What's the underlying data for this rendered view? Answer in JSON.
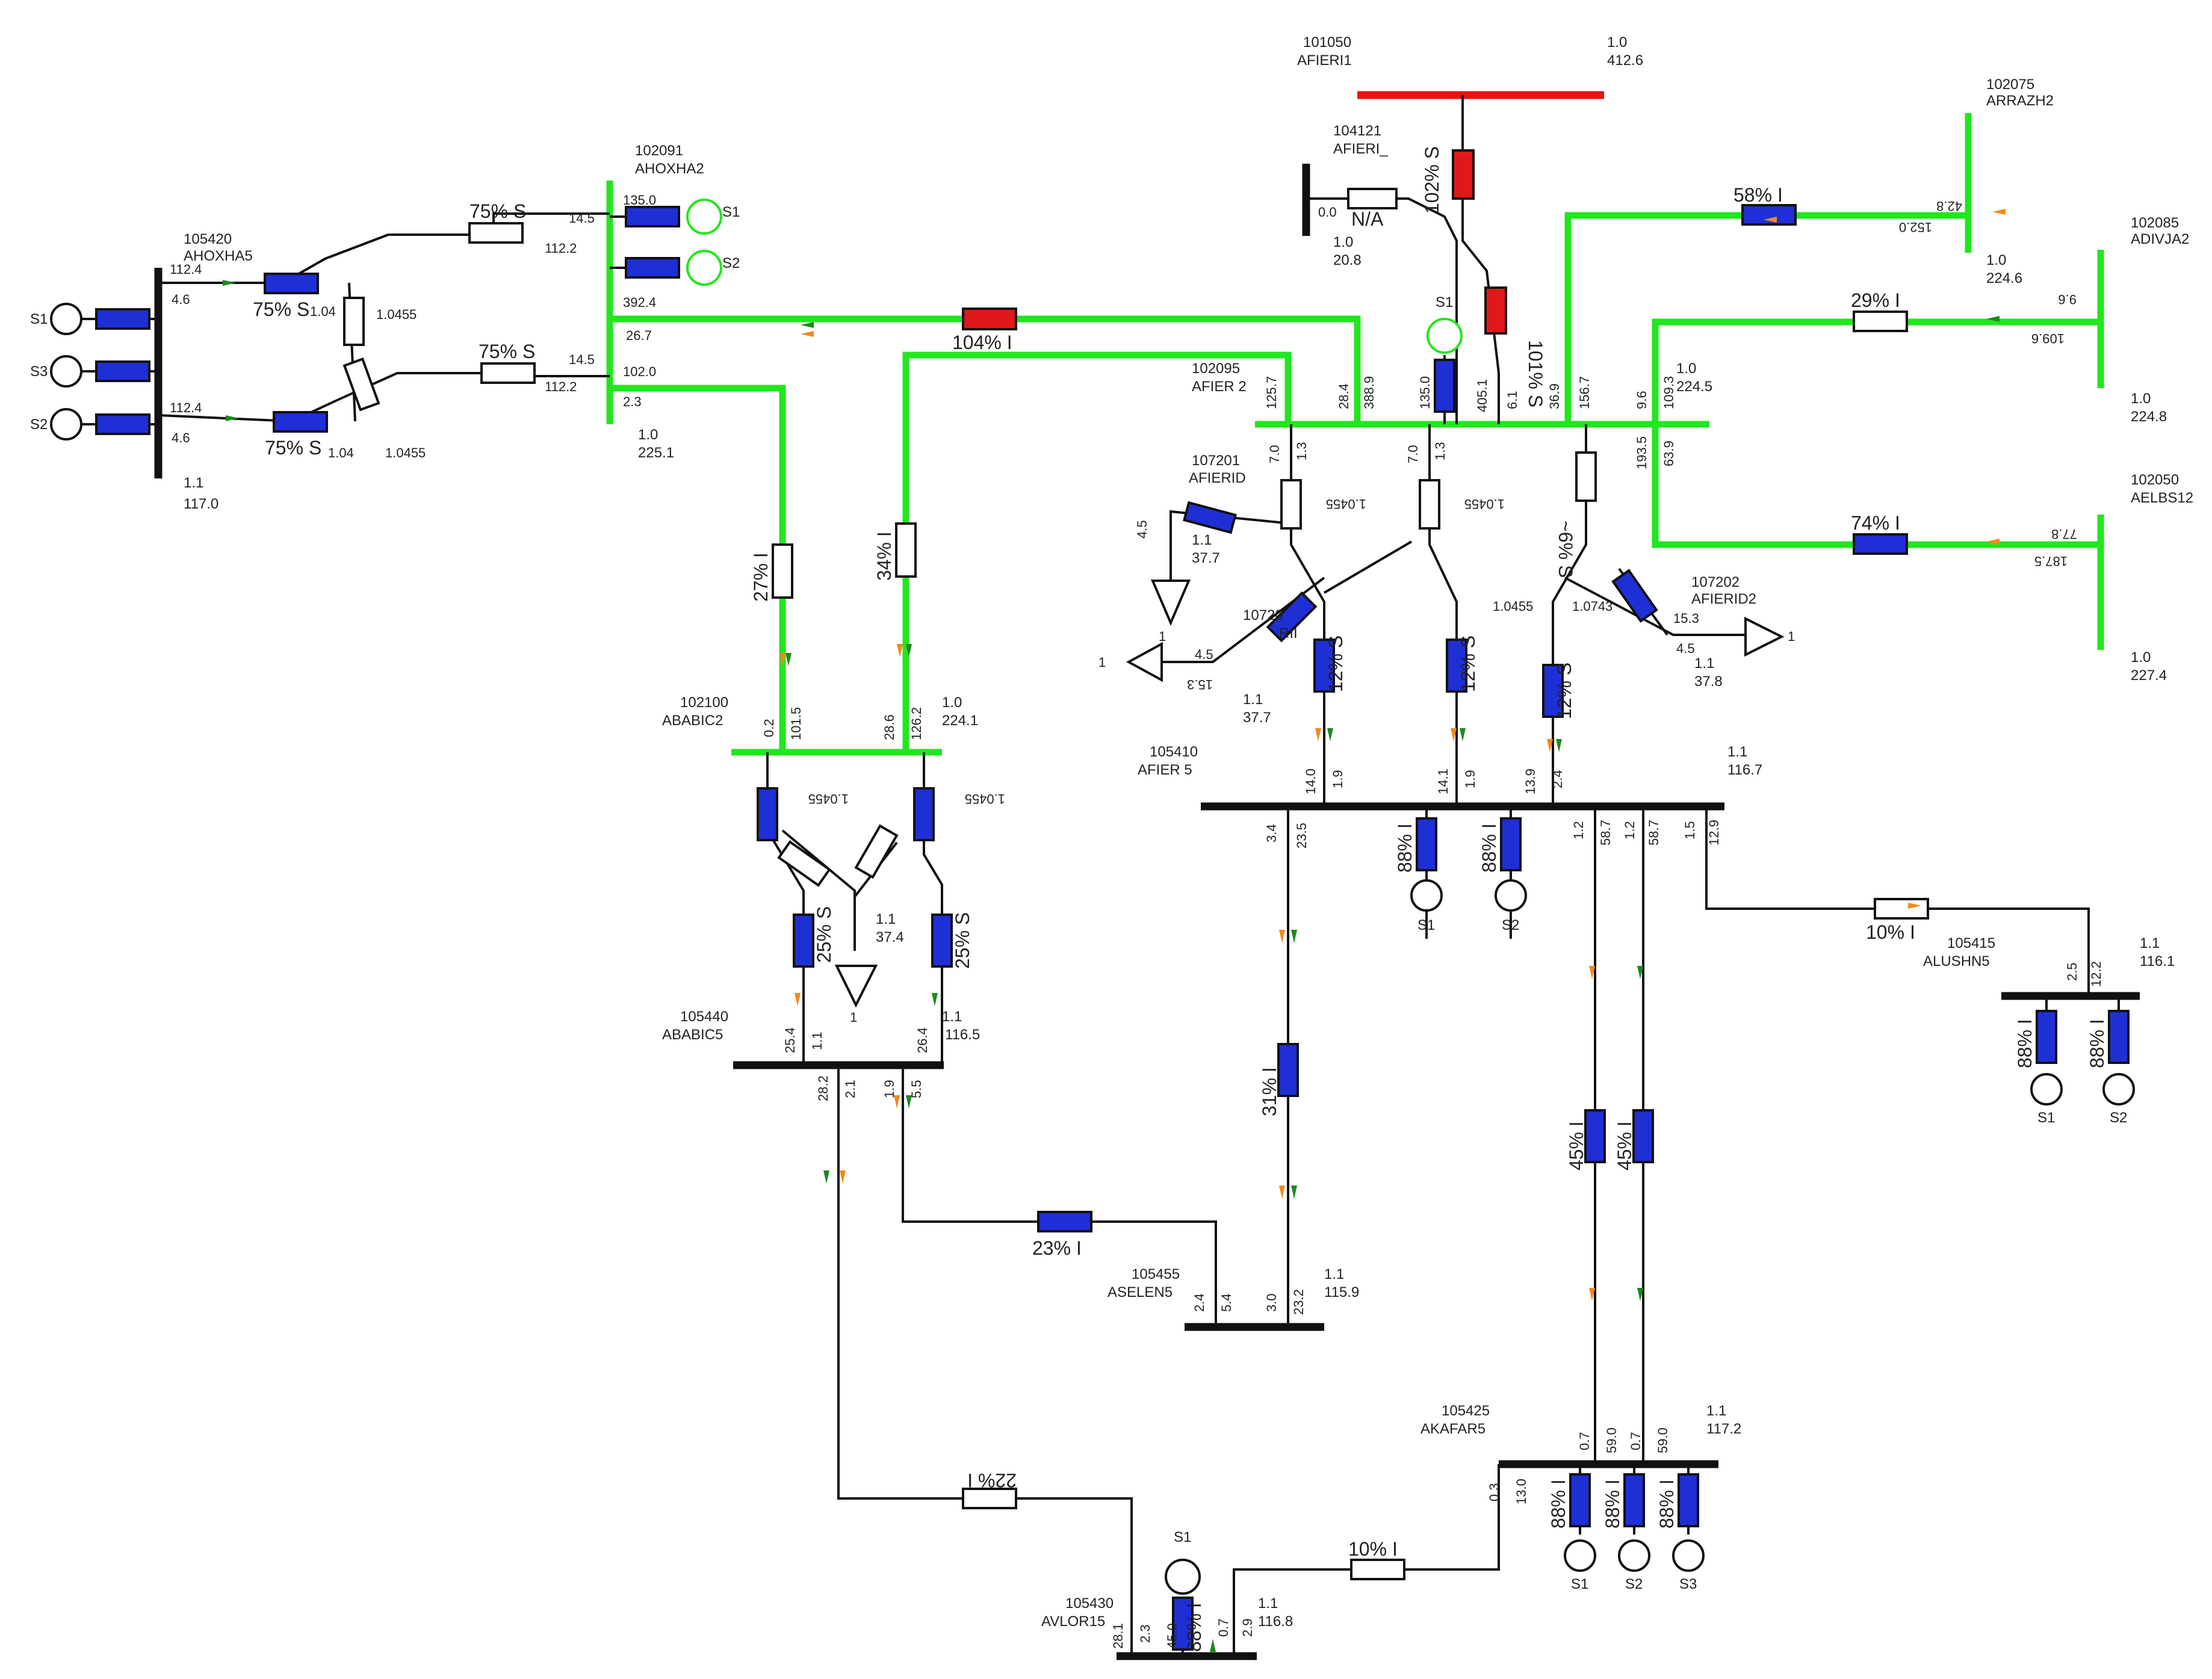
{
  "colors": {
    "energized_line": "#22e61e",
    "bus_black": "#111111",
    "overload_bus": "#ee1111",
    "box_blue": "#1f2fd6",
    "box_red": "#e01818",
    "arrow_orange": "#f08a1c",
    "arrow_green": "#1c8a1c"
  },
  "buses": {
    "afieri1": {
      "num": "101050",
      "name": "AFIERI1",
      "v_pu": "1.0",
      "v_kv": "412.6"
    },
    "afieri_": {
      "num": "104121",
      "name": "AFIERI_",
      "v_pu": "1.0",
      "v_kv": "20.8"
    },
    "ahoxha2": {
      "num": "102091",
      "name": "AHOXHA2",
      "v_pu": "1.0",
      "v_kv": "225.1"
    },
    "ahoxha5": {
      "num": "105420",
      "name": "AHOXHA5",
      "v_pu": "1.1",
      "v_kv": "117.0"
    },
    "arrazh2": {
      "num": "102075",
      "name": "ARRAZH2",
      "v_pu": "1.0",
      "v_kv": "224.6"
    },
    "adivja2": {
      "num": "102085",
      "name": "ADIVJA2",
      "v_pu": "1.0",
      "v_kv": "224.8"
    },
    "aelbs12": {
      "num": "102050",
      "name": "AELBS12",
      "v_pu": "1.0",
      "v_kv": "227.4"
    },
    "afier2": {
      "num": "102095",
      "name": "AFIER 2",
      "v_pu": "1.0",
      "v_kv": "224.5"
    },
    "afierid1": {
      "num": "107201",
      "name": "AFIERID",
      "v_pu": "1.1",
      "v_kv": "37.7"
    },
    "afierid_mid": {
      "num": "10720",
      "name": "RII",
      "v_pu": "1.1",
      "v_kv": "37.7"
    },
    "afierid2": {
      "num": "107202",
      "name": "AFIERID2",
      "v_pu": "1.1",
      "v_kv": "37.8"
    },
    "ababic2": {
      "num": "102100",
      "name": "ABABIC2",
      "v_pu": "1.0",
      "v_kv": "224.1"
    },
    "afier5": {
      "num": "105410",
      "name": "AFIER 5",
      "v_pu": "1.1",
      "v_kv": "116.7"
    },
    "alushn5": {
      "num": "105415",
      "name": "ALUSHN5",
      "v_pu": "1.1",
      "v_kv": "116.1"
    },
    "ababic5": {
      "num": "105440",
      "name": "ABABIC5",
      "v_pu": "1.1",
      "v_kv": "116.5"
    },
    "ababic_tert": {
      "v_pu": "1.1",
      "v_kv": "37.4"
    },
    "aselen5": {
      "num": "105455",
      "name": "ASELEN5",
      "v_pu": "1.1",
      "v_kv": "115.9"
    },
    "akafar5": {
      "num": "105425",
      "name": "AKAFAR5",
      "v_pu": "1.1",
      "v_kv": "117.2"
    },
    "avlor15": {
      "num": "105430",
      "name": "AVLOR15",
      "v_pu": "1.1",
      "v_kv": "116.8"
    }
  },
  "loading": {
    "ahoxha_t1": "75% S",
    "ahoxha_t2": "75% S",
    "ahoxha_t1_low": "75% S",
    "ahoxha_t2_low": "75% S",
    "ahoxha2_afier2": "104% I",
    "ahoxha2_ababic2": "27% I",
    "afier2_ababic2": "34% I",
    "afieri1_tr": "102% S",
    "afieri1_afier2": "101% S",
    "afier2_arrazh2": "58% I",
    "afier2_adivja2": "29% I",
    "afier2_aelbs12": "74% I",
    "afier_t1": "12% S",
    "afier_t2": "12% S",
    "afier_t3": "12% S",
    "afier_t3_top": "~6% S",
    "ababic_t1": "25% S",
    "ababic_t2": "25% S",
    "afier5_aselen5": "31% I",
    "afier5_alushn5": "10% I",
    "afier5_akafar5_a": "45% I",
    "afier5_akafar5_b": "45% I",
    "ababic5_aselen5": "23% I",
    "ababic5_avlor15": "22% I",
    "akafar5_avlor15": "10% I",
    "gen_88": "88% I",
    "n_a": "N/A",
    "s_mark": "S"
  },
  "flows": {
    "ahoxha_14_5": "14.5",
    "ahoxha_112_2": "112.2",
    "ahoxha_112_4": "112.4",
    "ahoxha_4_6": "4.6",
    "ahoxha_tap": "1.0455",
    "ahoxha_tap_b": "1.04",
    "ahoxha2_135": "135.0",
    "ahoxha2_392": "392.4",
    "ahoxha2_26_7": "26.7",
    "ahoxha2_102": "102.0",
    "ahoxha2_2_3": "2.3",
    "afieri_0": "0.0",
    "afier2_125_7": "125.7",
    "afier2_28_4": "28.4",
    "afier2_388_9": "388.9",
    "afier2_135": "135.0",
    "afier2_405": "405.1",
    "afier2_6_1": "6.1",
    "afier2_36_9": "36.9",
    "afier2_156": "156.7",
    "afier2_9_6": "9.6",
    "afier2_109_3": "109.3",
    "afier2_193_5": "193.5",
    "afier2_63_9": "63.9",
    "afier2_7_0": "7.0",
    "afier2_1_3": "1.3",
    "afier2_tap": "1.0455",
    "afier2_tap2": "1.0743",
    "arrazh_42_8": "42.8",
    "arrazh_152": "152.0",
    "adivja_9_6": "9.6",
    "adivja_109_6": "109.6",
    "aelbs_77_8": "77.8",
    "aelbs_187_5": "187.5",
    "afierid_4_5": "4.5",
    "afierid_15_3": "15.3",
    "ababic2_0_2": "0.2",
    "ababic2_101_5": "101.5",
    "ababic2_28_6": "28.6",
    "ababic2_126_2": "126.2",
    "afier5_14_0": "14.0",
    "afier5_1_9": "1.9",
    "afier5_14_1": "14.1",
    "afier5_13_9": "13.9",
    "afier5_2_4": "2.4",
    "afier5_3_4": "3.4",
    "afier5_23_5": "23.5",
    "afier5_1_2": "1.2",
    "afier5_58_7": "58.7",
    "afier5_1_5": "1.5",
    "afier5_12_9": "12.9",
    "alushn_2_5": "2.5",
    "alushn_12_2": "12.2",
    "ababic5_25_4": "25.4",
    "ababic5_1_1": "1.1",
    "ababic5_26_4": "26.4",
    "ababic5_28_2": "28.2",
    "ababic5_2_1": "2.1",
    "ababic5_1_9": "1.9",
    "ababic5_5_5": "5.5",
    "aselen_2_4": "2.4",
    "aselen_5_4": "5.4",
    "aselen_3_0": "3.0",
    "aselen_23_2": "23.2",
    "akafar_0_7": "0.7",
    "akafar_59_0": "59.0",
    "akafar_0_3": "0.3",
    "akafar_13": "13.0",
    "avlor_28": "28.1",
    "avlor_2_3": "2.3",
    "avlor_45": "45.0",
    "avlor_0_7": "0.7",
    "avlor_2_9": "2.9",
    "one": "1"
  },
  "generators": {
    "s1": "S1",
    "s2": "S2",
    "s3": "S3"
  }
}
